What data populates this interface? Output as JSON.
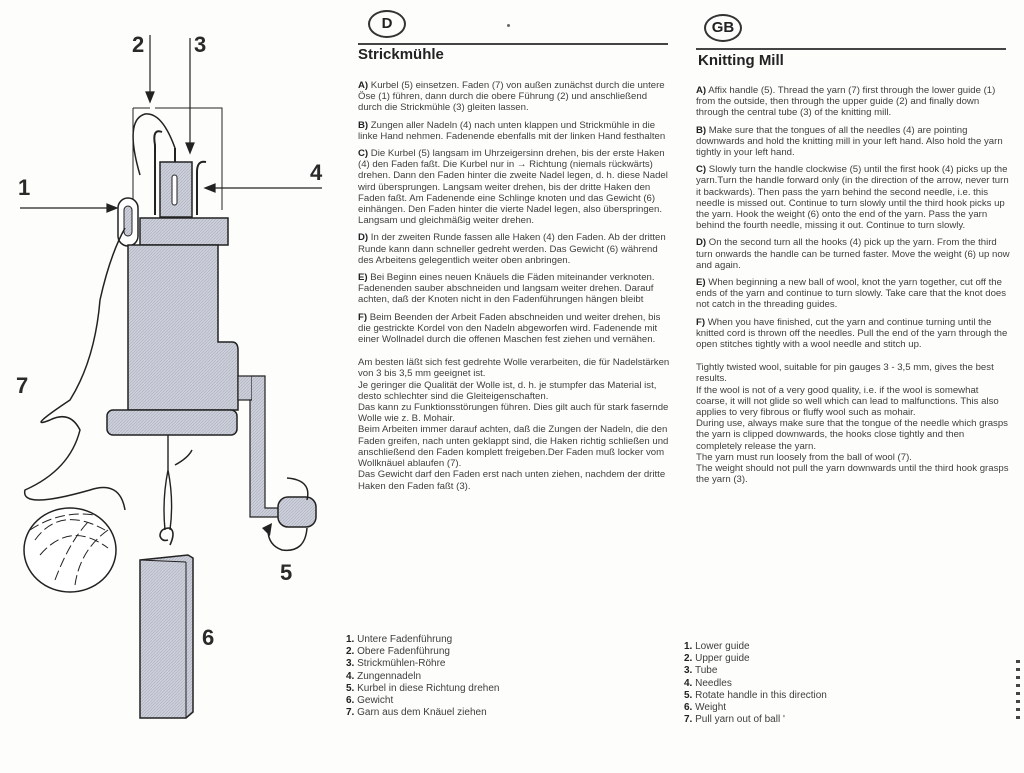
{
  "illustration": {
    "callouts": [
      "1",
      "2",
      "3",
      "4",
      "5",
      "6",
      "7"
    ],
    "colors": {
      "fill": "#c9ccd6",
      "stroke": "#1e1e1e"
    }
  },
  "german": {
    "badge": "D",
    "title": "Strickmühle",
    "steps": [
      {
        "letter": "A)",
        "text": "Kurbel (5) einsetzen. Faden (7) von außen zunächst durch die untere Öse (1) führen, dann durch die obere Führung (2) und anschließend durch die Strickmühle (3) gleiten lassen."
      },
      {
        "letter": "B)",
        "text": "Zungen aller Nadeln (4) nach unten klappen und Strickmühle in die linke Hand nehmen. Fadenende ebenfalls mit der linken Hand festhalten"
      },
      {
        "letter": "C)",
        "text": "Die Kurbel (5) langsam im Uhrzeigersinn drehen, bis der erste Haken (4) den Faden faßt. Die Kurbel nur in → Richtung (niemals rückwärts) drehen. Dann den Faden hinter die zweite Nadel legen, d. h. diese Nadel wird übersprungen. Langsam weiter drehen, bis der dritte Haken den Faden faßt. Am Fadenende eine Schlinge knoten und das Gewicht (6) einhängen. Den Faden hinter die vierte Nadel legen, also überspringen. Langsam und gleichmäßig weiter drehen."
      },
      {
        "letter": "D)",
        "text": "In der zweiten Runde fassen alle Haken (4) den Faden. Ab der dritten Runde kann dann schneller gedreht werden. Das Gewicht (6) während des Arbeitens gelegentlich weiter oben anbringen."
      },
      {
        "letter": "E)",
        "text": "Bei Beginn eines neuen Knäuels die Fäden miteinander verknoten. Fadenenden sauber abschneiden und langsam weiter drehen. Darauf achten, daß der Knoten nicht in den Fadenführungen hängen bleibt"
      },
      {
        "letter": "F)",
        "text": "Beim Beenden der Arbeit Faden abschneiden und weiter drehen, bis die gestrickte Kordel von den Nadeln abgeworfen wird. Fadenende mit einer Wollnadel durch die offenen Maschen fest ziehen und vernähen."
      }
    ],
    "notes": [
      "Am besten läßt sich fest gedrehte Wolle verarbeiten, die für Nadelstärken von 3 bis 3,5 mm geeignet ist.",
      "Je geringer die Qualität der Wolle ist, d. h. je stumpfer das Material ist, desto schlechter sind die Gleiteigenschaften.",
      "Das kann zu Funktionsstörungen führen. Dies gilt auch für stark fasernde Wolle wie z. B. Mohair.",
      "Beim Arbeiten immer darauf achten, daß die Zungen der Nadeln, die den Faden greifen, nach unten geklappt sind, die Haken richtig schließen und anschließend den Faden komplett freigeben.Der Faden muß locker vom Wollknäuel ablaufen (7).",
      "Das Gewicht darf den Faden erst nach unten ziehen, nachdem der dritte Haken den Faden faßt (3)."
    ],
    "legend": [
      {
        "num": "1.",
        "label": "Untere Fadenführung"
      },
      {
        "num": "2.",
        "label": "Obere Fadenführung"
      },
      {
        "num": "3.",
        "label": "Strickmühlen-Röhre"
      },
      {
        "num": "4.",
        "label": "Zungennadeln"
      },
      {
        "num": "5.",
        "label": "Kurbel in diese Richtung drehen"
      },
      {
        "num": "6.",
        "label": "Gewicht"
      },
      {
        "num": "7.",
        "label": "Garn aus dem Knäuel ziehen"
      }
    ]
  },
  "english": {
    "badge": "GB",
    "title": "Knitting Mill",
    "steps": [
      {
        "letter": "A)",
        "text": "Affix handle (5). Thread the yarn (7) first through the lower guide (1) from the outside, then through the upper guide (2) and finally down through the central tube (3) of the knitting mill."
      },
      {
        "letter": "B)",
        "text": "Make sure that the tongues of all the needles (4) are pointing downwards and hold the knitting mill in your left hand. Also hold the yarn tightly in your left hand."
      },
      {
        "letter": "C)",
        "text": "Slowly turn the handle clockwise (5) until the first hook (4) picks up the yarn.Turn the handle forward only (in the direction of the arrow, never turn it backwards). Then pass the yarn behind the second needle, i.e. this needle is missed out. Continue to turn slowly until the third hook picks up the yarn. Hook the weight (6) onto the end of the yarn. Pass the yarn behind the fourth needle, missing it out. Continue to turn slowly."
      },
      {
        "letter": "D)",
        "text": "On the second turn all the hooks (4) pick up the yarn. From the third turn onwards the handle can be turned faster. Move the weight (6) up now and again."
      },
      {
        "letter": "E)",
        "text": "When beginning a new ball of wool, knot the yarn together, cut off the ends of the yarn and continue to turn slowly. Take care that the knot does not catch in the threading guides."
      },
      {
        "letter": "F)",
        "text": "When you have finished, cut the yarn and continue turning until the knitted cord is thrown off the needles. Pull the end of the yarn through the open stitches tightly with a wool needle and stitch up."
      }
    ],
    "notes": [
      "Tightly twisted wool, suitable for pin gauges 3 - 3,5 mm, gives the best results.",
      "If the wool is not of a very good quality, i.e. if the wool is somewhat coarse, it will not glide so well which can lead to malfunctions.  This also applies to very fibrous or fluffy wool such as mohair.",
      "During use, always make sure that the tongue of the needle which grasps the yarn is clipped downwards, the hooks close tightly and then completely release the yarn.",
      "The yarn must run loosely from the ball of wool (7).",
      "The weight should not pull the yarn downwards until the third hook grasps the yarn (3)."
    ],
    "legend": [
      {
        "num": "1.",
        "label": "Lower guide"
      },
      {
        "num": "2.",
        "label": "Upper guide"
      },
      {
        "num": "3.",
        "label": "Tube"
      },
      {
        "num": "4.",
        "label": "Needles"
      },
      {
        "num": "5.",
        "label": "Rotate handle in this direction"
      },
      {
        "num": "6.",
        "label": "Weight"
      },
      {
        "num": "7.",
        "label": "Pull yarn out of ball '"
      }
    ]
  }
}
